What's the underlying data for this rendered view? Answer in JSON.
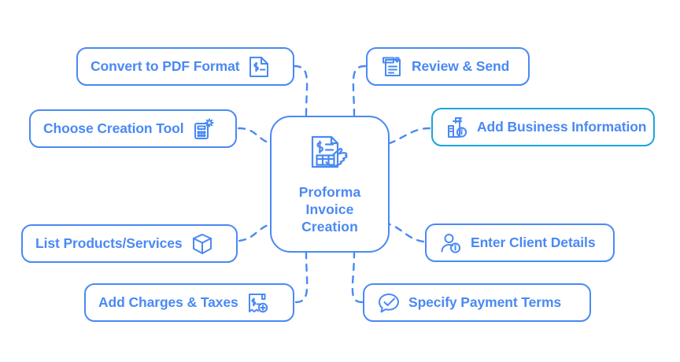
{
  "diagram": {
    "center": {
      "title": "Proforma\nInvoice\nCreation",
      "icon": "invoice-hand-icon"
    },
    "colors": {
      "primary": "#4a89f3",
      "highlight": "#1ca4dc",
      "background": "#ffffff"
    },
    "nodes": [
      {
        "id": "convert-pdf",
        "label": "Convert to PDF Format",
        "icon": "pdf-dollar-document-icon",
        "side": "left",
        "highlighted": false
      },
      {
        "id": "choose-tool",
        "label": "Choose Creation Tool",
        "icon": "calculator-gear-icon",
        "side": "left",
        "highlighted": false
      },
      {
        "id": "list-products",
        "label": "List Products/Services",
        "icon": "box-package-icon",
        "side": "left",
        "highlighted": false
      },
      {
        "id": "add-charges",
        "label": "Add Charges & Taxes",
        "icon": "receipt-plus-icon",
        "side": "left",
        "highlighted": false
      },
      {
        "id": "review-send",
        "label": "Review & Send",
        "icon": "document-review-icon",
        "side": "right",
        "highlighted": false
      },
      {
        "id": "add-business",
        "label": "Add Business Information",
        "icon": "building-info-icon",
        "side": "right",
        "highlighted": true
      },
      {
        "id": "enter-client",
        "label": "Enter Client Details",
        "icon": "user-info-icon",
        "side": "right",
        "highlighted": false
      },
      {
        "id": "specify-payment",
        "label": "Specify Payment Terms",
        "icon": "chat-check-icon",
        "side": "right",
        "highlighted": false
      }
    ]
  }
}
